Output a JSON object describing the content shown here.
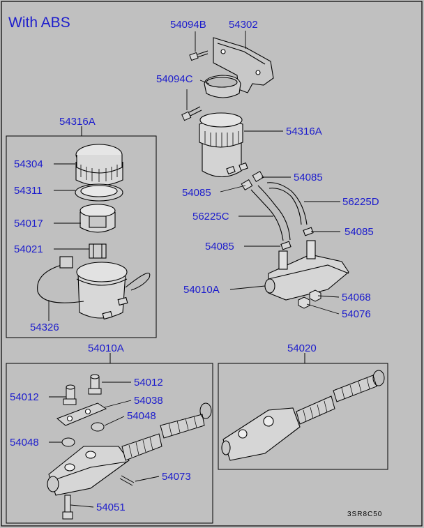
{
  "title": "With ABS",
  "footer_code": "3SR8C50",
  "colors": {
    "background": "#c0c0c0",
    "ink": "#000000",
    "label": "#1c1ccc"
  },
  "groups": {
    "top_reservoir": "54316A",
    "master_cylinder_top": "54010A",
    "master_cylinder_bottom": "54010A",
    "master_cylinder_parts": "54020"
  },
  "labels": {
    "b_54094b": "54094B",
    "b_54302": "54302",
    "b_54094c": "54094C",
    "b_54316a": "54316A",
    "b_54085_a": "54085",
    "b_54085_b": "54085",
    "b_56225d": "56225D",
    "b_56225c": "56225C",
    "b_54085_c": "54085",
    "b_54085_d": "54085",
    "b_54010a": "54010A",
    "b_54068": "54068",
    "b_54076": "54076",
    "l_54304": "54304",
    "l_54311": "54311",
    "l_54017": "54017",
    "l_54021": "54021",
    "l_54326": "54326",
    "m_54012_r": "54012",
    "m_54012_l": "54012",
    "m_54038": "54038",
    "m_54048_r": "54048",
    "m_54048_l": "54048",
    "m_54073": "54073",
    "m_54051": "54051"
  }
}
